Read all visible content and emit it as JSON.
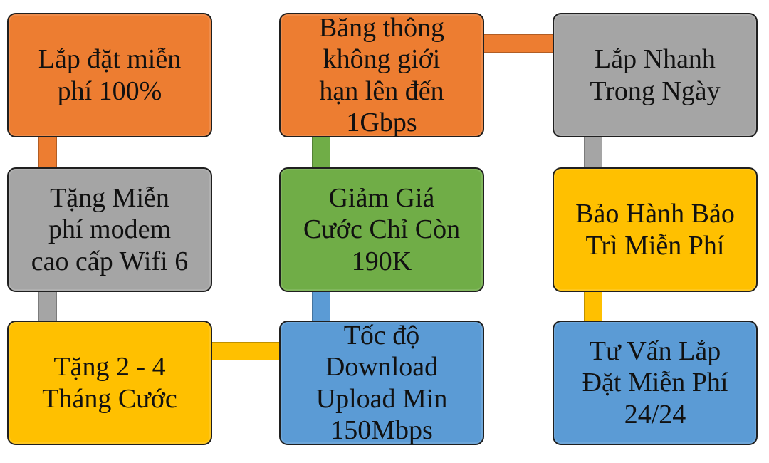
{
  "colors": {
    "orange": "#ed7d31",
    "gray": "#a5a5a5",
    "yellow": "#ffc000",
    "green": "#70ad47",
    "blue": "#5b9bd5",
    "border": "#1f1f1f"
  },
  "boxes": {
    "free_install": "Lắp đặt miễn\nphí 100%",
    "free_modem": "Tặng Miễn\nphí modem\ncao cấp Wifi 6",
    "free_months": "Tặng 2 - 4\nTháng Cước",
    "unlimited_bandwidth": "Băng thông\nkhông giới\nhạn lên đến\n1Gbps",
    "discount": "Giảm Giá\nCước Chỉ Còn\n190K",
    "speed": "Tốc độ\nDownload\nUpload Min\n150Mbps",
    "same_day_install": "Lắp Nhanh\nTrong Ngày",
    "free_warranty": "Bảo Hành Bảo\nTrì Miễn Phí",
    "consulting": "Tư Vấn Lắp\nĐặt Miễn Phí\n24/24"
  }
}
